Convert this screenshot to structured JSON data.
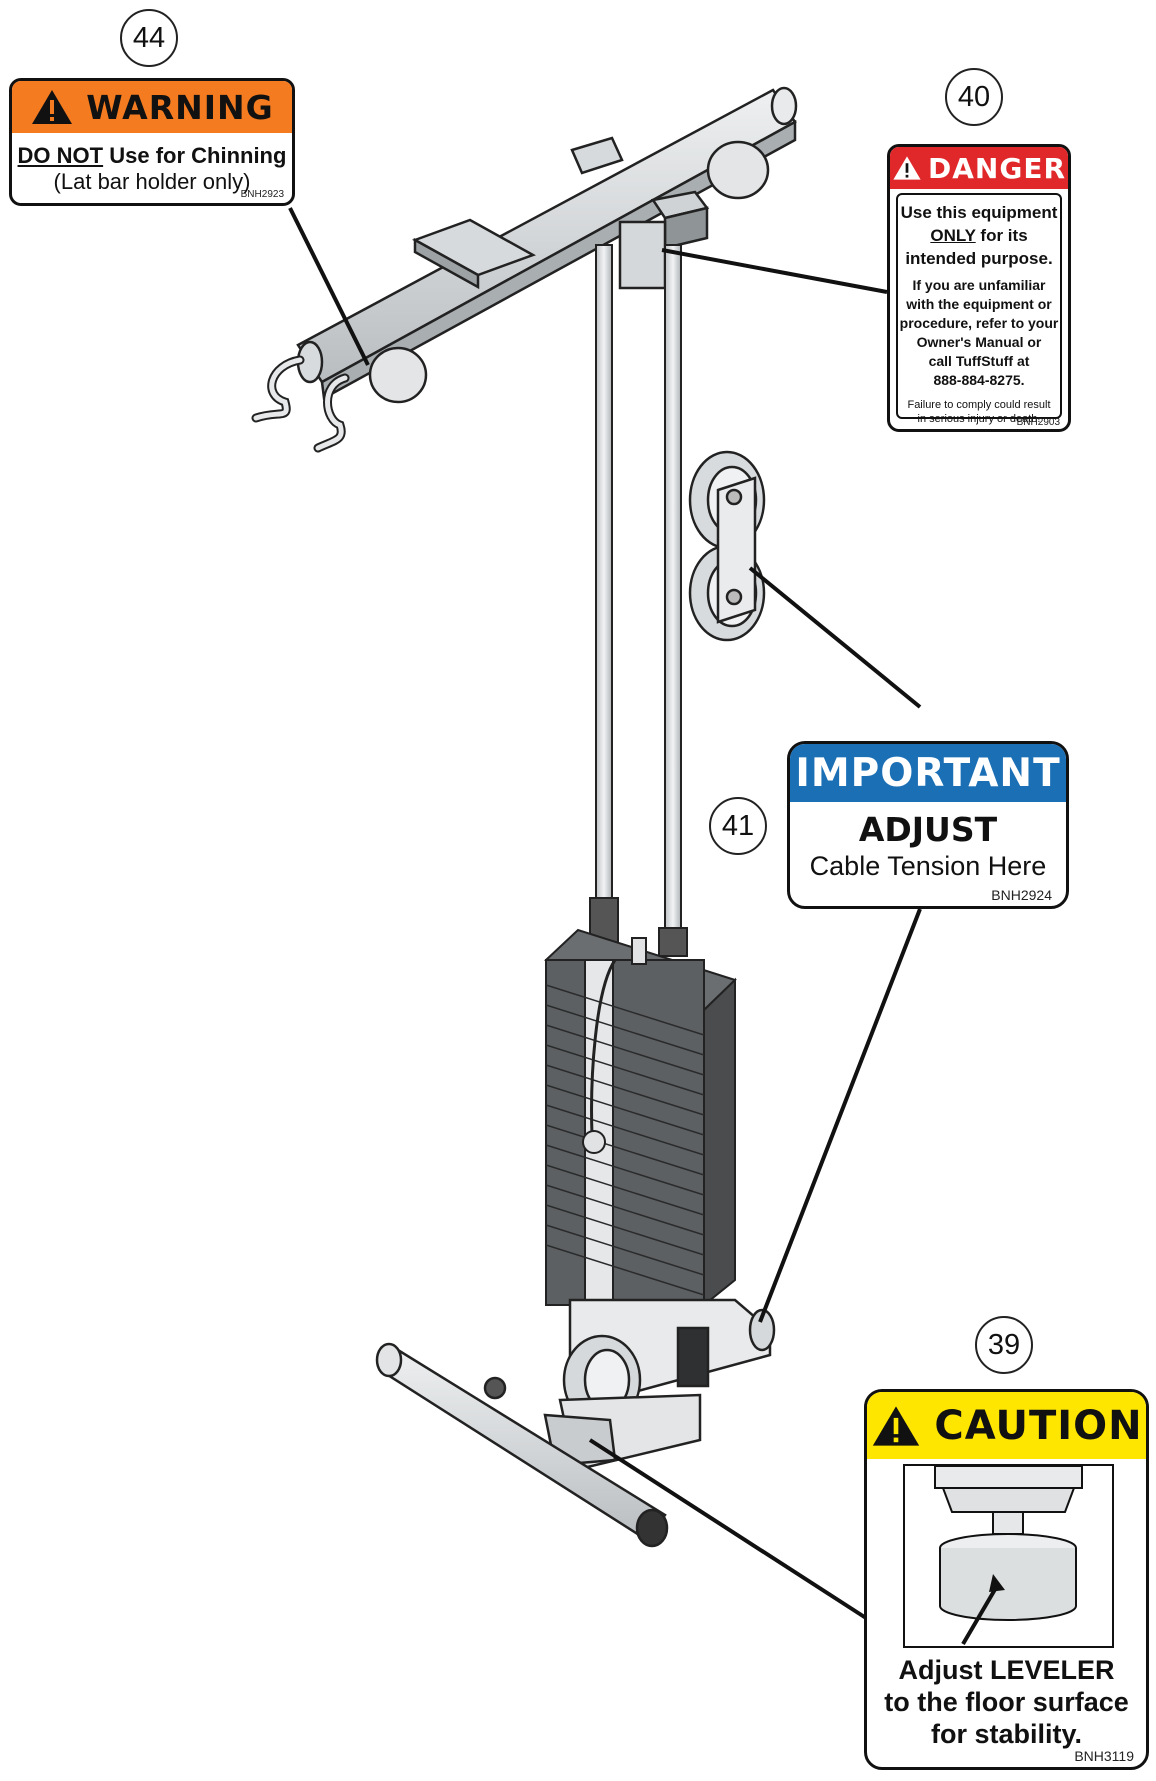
{
  "callouts": {
    "c44": "44",
    "c40": "40",
    "c41": "41",
    "c39": "39"
  },
  "decals": {
    "warning": {
      "header": "WARNING",
      "line1_bold": "DO NOT",
      "line1_rest": " Use for Chinning",
      "line2": "(Lat bar holder only)",
      "code": "BNH2923",
      "color": "#f47b20"
    },
    "danger": {
      "header": "DANGER",
      "l1": "Use this equipment",
      "l2_bold": "ONLY",
      "l2_rest": " for its",
      "l3": "intended purpose.",
      "l4": "If you are unfamiliar",
      "l5": "with the equipment or",
      "l6": "procedure, refer to your",
      "l7": "Owner's Manual or",
      "l8": "call TuffStuff at",
      "l9": "888-884-8275.",
      "l10": "Failure to comply could result",
      "l11": "in serious injury or death.",
      "code": "BNH2903",
      "color": "#e0282b"
    },
    "important": {
      "header": "IMPORTANT",
      "line1": "ADJUST",
      "line2": "Cable Tension Here",
      "code": "BNH2924",
      "color": "#1b6fb5"
    },
    "caution": {
      "header": "CAUTION",
      "l1": "Adjust LEVELER",
      "l2": "to the floor surface",
      "l3": "for stability.",
      "code": "BNH3119",
      "color": "#ffe600"
    }
  }
}
